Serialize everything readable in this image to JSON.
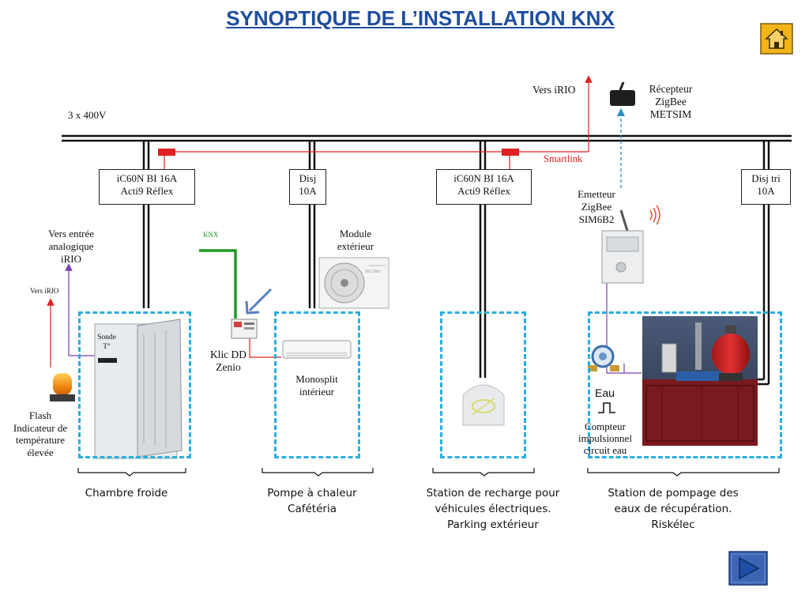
{
  "title": "SYNOPTIQUE DE L’INSTALLATION KNX",
  "supply_label": "3 x 400V",
  "smartlink_label": "Smartlink",
  "vers_irio_top": "Vers iRIO",
  "recepteur": [
    "Récepteur",
    "ZigBee",
    "METSIM"
  ],
  "emetteur": [
    "Emetteur",
    "ZigBee",
    "SIM6B2"
  ],
  "breakers": [
    {
      "lines": [
        "iC60N BI 16A",
        "Acti9 Réflex"
      ]
    },
    {
      "lines": [
        "Disj",
        "10A"
      ]
    },
    {
      "lines": [
        "iC60N BI 16A",
        "Acti9 Réflex"
      ]
    },
    {
      "lines": [
        "Disj tri",
        "10A"
      ]
    }
  ],
  "knx_label": "KNX",
  "vers_entree": [
    "Vers entrée",
    "analogique",
    "iRIO"
  ],
  "vers_irio_small": "Vers iRIO",
  "sonde": [
    "Sonde",
    "T°"
  ],
  "flash": [
    "Flash",
    "Indicateur de",
    "température",
    "élevée"
  ],
  "klic": [
    "Klic DD",
    "Zenio"
  ],
  "module_ext": [
    "Module",
    "extérieur"
  ],
  "monosplit": [
    "Monosplit",
    "intérieur"
  ],
  "compteur": [
    "Compteur",
    "impulsionnel",
    "circuit eau"
  ],
  "eau_label": "Eau",
  "ac_brand": "TECTRO",
  "zones": [
    {
      "caption": [
        "Chambre froide"
      ]
    },
    {
      "caption": [
        "Pompe à chaleur",
        "Cafétéria"
      ]
    },
    {
      "caption": [
        "Station de recharge pour",
        "véhicules électriques.",
        "Parking extérieur"
      ]
    },
    {
      "caption": [
        "Station de pompage des",
        "eaux de récupération.",
        "Riskélec"
      ]
    }
  ],
  "colors": {
    "title": "#1F4E9E",
    "bus": "#111111",
    "smartlink": "#E02020",
    "zigbee": "#2A8FC8",
    "knx": "#1E9A1E",
    "analog": "#7A3FB0",
    "zone_border": "#2BAEE0",
    "home_button": "#F2B418",
    "next_button": "#3C66B5"
  },
  "icons": {
    "home": "home-icon",
    "next": "play-arrow-icon"
  }
}
